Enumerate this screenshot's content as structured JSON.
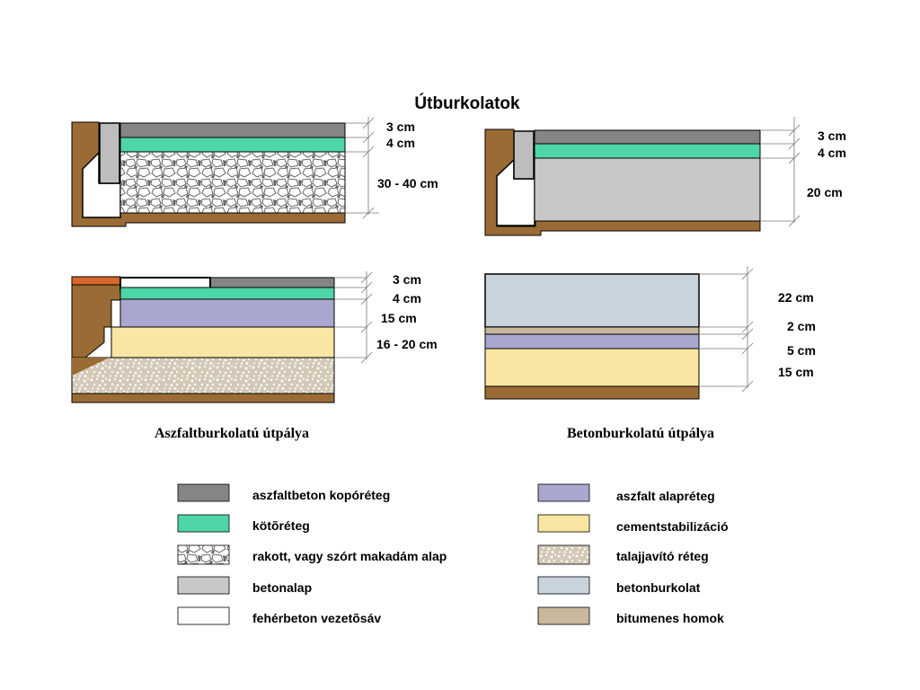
{
  "title": "Útburkolatok",
  "colors": {
    "soil": "#9a6b35",
    "asphalt_top": "#858585",
    "binder": "#4fd6a6",
    "macadam_bg": "#ffffff",
    "stone": "#666666",
    "concrete_base": "#c8c8c8",
    "white_concrete": "#ffffff",
    "asphalt_base": "#a9a6cf",
    "cement_stab": "#f8e6a2",
    "soil_improve": "#d3c9b6",
    "concrete_slab": "#c9d3dc",
    "bitumen_sand": "#c9b79e",
    "curb": "#bdbdbd",
    "edge_orange": "#d8662a",
    "line": "#000000"
  },
  "diagrams": {
    "top_left": {
      "layers": [
        "3 cm",
        "4 cm",
        "30 - 40 cm"
      ]
    },
    "top_right": {
      "layers": [
        "3 cm",
        "4 cm",
        "20 cm"
      ]
    },
    "bottom_left": {
      "layers": [
        "3 cm",
        "4 cm",
        "15 cm",
        "16 - 20 cm"
      ]
    },
    "bottom_right": {
      "layers": [
        "22 cm",
        "2 cm",
        "5 cm",
        "15 cm"
      ]
    }
  },
  "captions": {
    "left": "Aszfaltburkolatú útpálya",
    "right": "Betonburkolatú útpálya"
  },
  "legend": {
    "left": [
      {
        "label": "aszfaltbeton kopóréteg",
        "pattern": "asphalt_top"
      },
      {
        "label": "kötõréteg",
        "pattern": "binder"
      },
      {
        "label": "rakott, vagy szórt makadám alap",
        "pattern": "macadam"
      },
      {
        "label": "betonalap",
        "pattern": "concrete_base"
      },
      {
        "label": "fehérbeton vezetõsáv",
        "pattern": "white_concrete"
      }
    ],
    "right": [
      {
        "label": "aszfalt alapréteg",
        "pattern": "asphalt_base"
      },
      {
        "label": "cementstabilizáció",
        "pattern": "cement_stab"
      },
      {
        "label": "talajjavító réteg",
        "pattern": "soil_improve"
      },
      {
        "label": "betonburkolat",
        "pattern": "concrete_slab"
      },
      {
        "label": "bitumenes homok",
        "pattern": "bitumen_sand"
      }
    ]
  }
}
